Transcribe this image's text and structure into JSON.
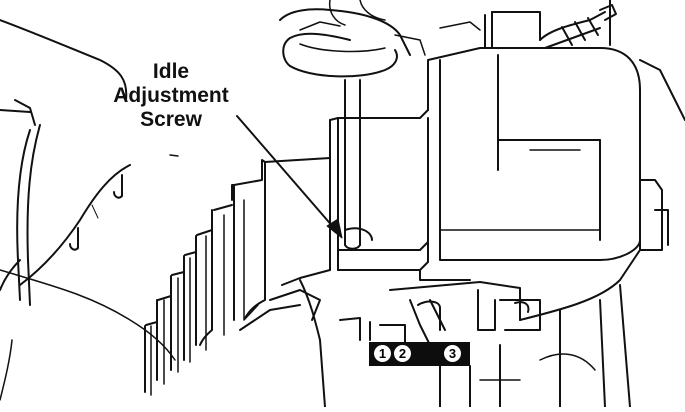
{
  "callout": {
    "line1": "Idle",
    "line2": "Adjustment",
    "line3": "Screw"
  },
  "badges": [
    "1",
    "2",
    "3"
  ],
  "colors": {
    "line": "#111111",
    "background": "#ffffff",
    "badge_strip": "#0d0d0d"
  }
}
